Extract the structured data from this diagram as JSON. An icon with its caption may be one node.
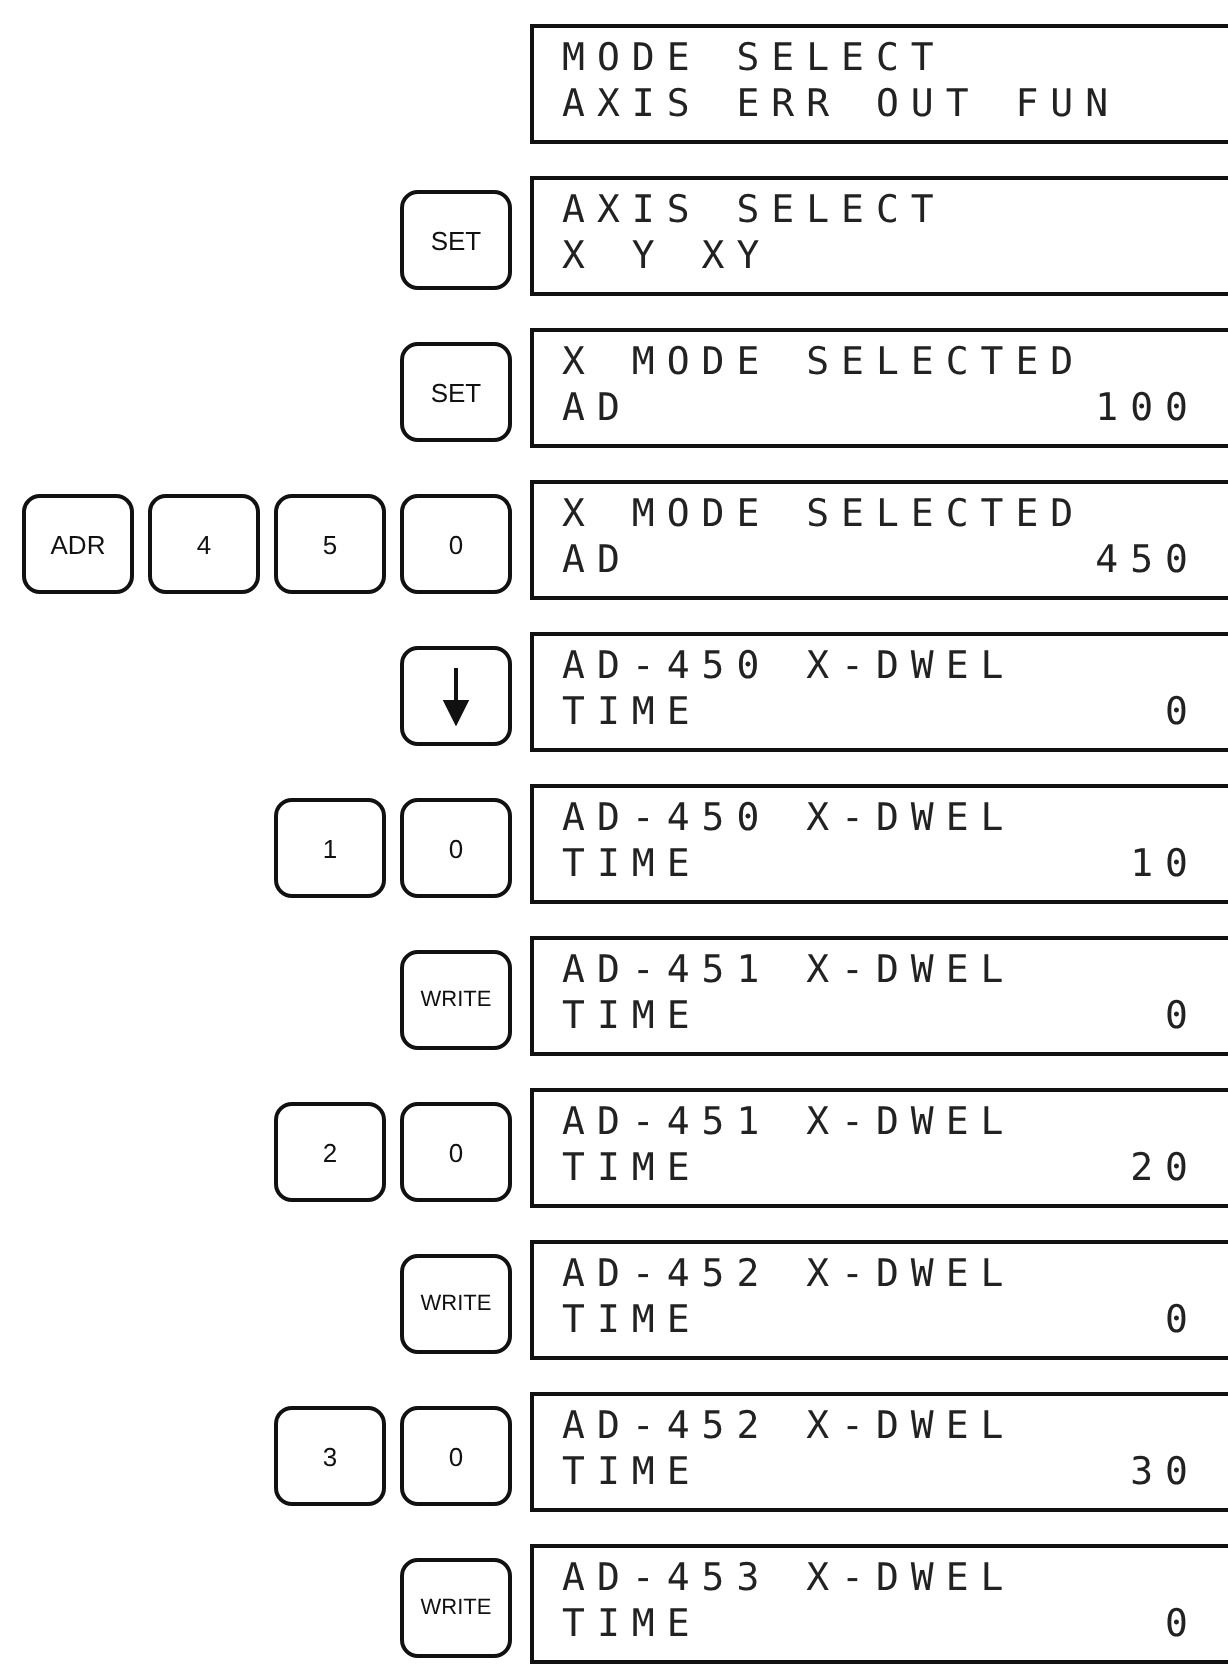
{
  "diagram": {
    "nodes": [
      {
        "text": [
          "MODE SELECT",
          "AXIS ERR OUT FUN"
        ]
      },
      {
        "text": [
          "SET"
        ]
      },
      {
        "text": [
          "AXIS SELECT",
          "X Y XY"
        ]
      },
      {
        "text": [
          "SET"
        ]
      },
      {
        "text": [
          "X MODE SELECTED",
          "AD",
          "100"
        ]
      },
      {
        "text": [
          "ADR"
        ]
      },
      {
        "text": [
          "4"
        ]
      },
      {
        "text": [
          "5"
        ]
      },
      {
        "text": [
          "0"
        ]
      },
      {
        "text": [
          "X MODE SELECTED",
          "AD",
          "450"
        ]
      },
      {
        "text": [],
        "shape": "box"
      },
      {
        "text": [
          "AD-450 X-DWEL",
          "TIME",
          "0"
        ]
      },
      {
        "text": [
          "1"
        ]
      },
      {
        "text": [
          "0"
        ]
      },
      {
        "text": [
          "AD-450 X-DWEL",
          "TIME",
          "10"
        ]
      },
      {
        "text": [
          "WRITE"
        ]
      },
      {
        "text": [
          "AD-451 X-DWEL",
          "TIME",
          "0"
        ]
      },
      {
        "text": [
          "2"
        ]
      },
      {
        "text": [
          "0"
        ]
      },
      {
        "text": [
          "AD-451 X-DWEL",
          "TIME",
          "20"
        ]
      },
      {
        "text": [
          "WRITE"
        ]
      },
      {
        "text": [
          "AD-452 X-DWEL",
          "TIME",
          "0"
        ]
      },
      {
        "text": [
          "3"
        ]
      },
      {
        "text": [
          "0"
        ]
      },
      {
        "text": [
          "AD-452 X-DWEL",
          "TIME",
          "30"
        ]
      },
      {
        "text": [
          "WRITE"
        ]
      },
      {
        "text": [
          "AD-453 X-DWEL",
          "TIME",
          "0"
        ]
      }
    ]
  }
}
